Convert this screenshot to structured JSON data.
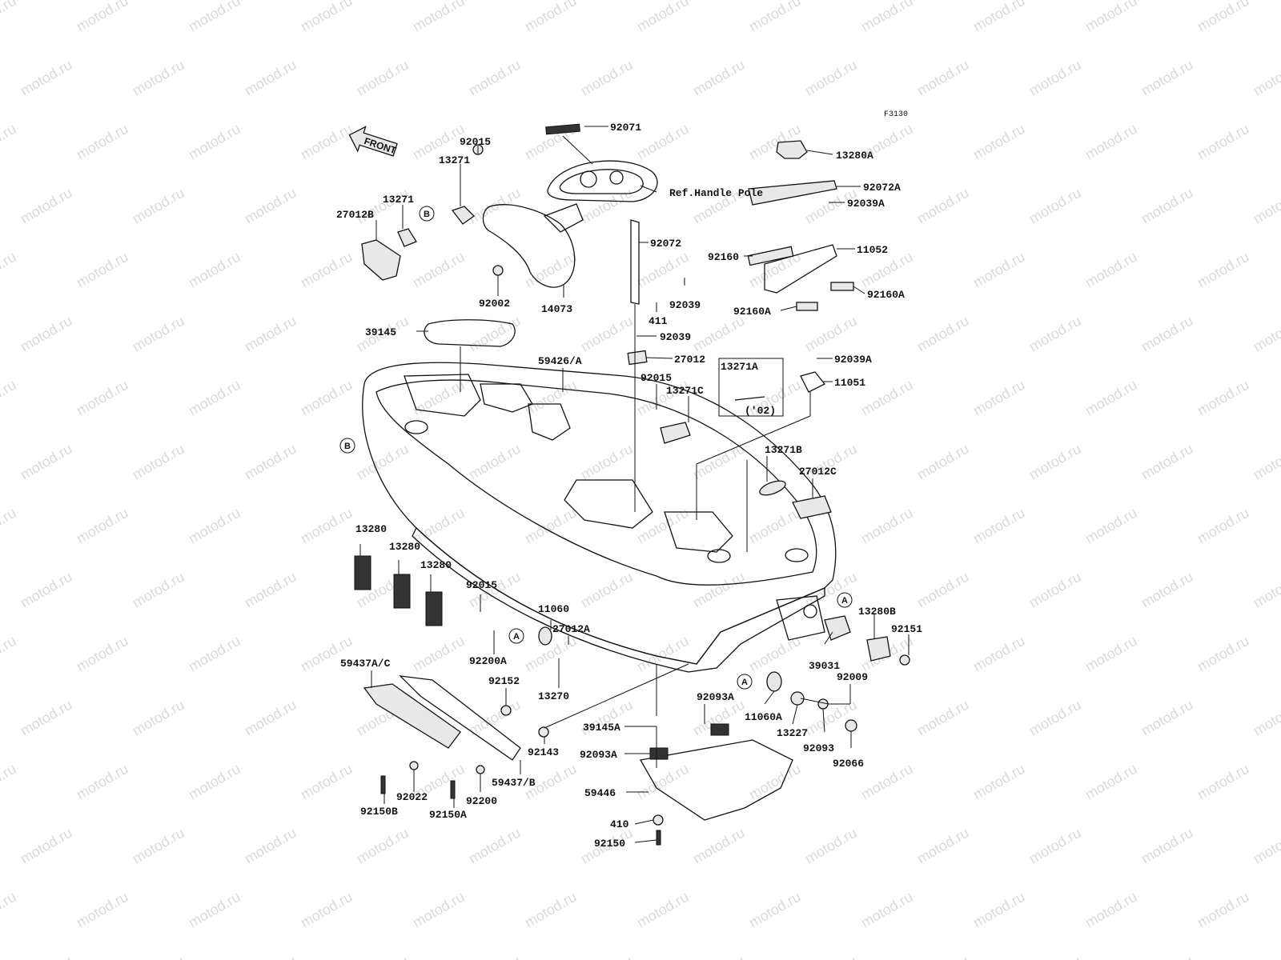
{
  "diagram_code": "F3130",
  "front_label": "FRONT",
  "watermark_text": "motod.ru",
  "reference_text": "Ref.Handle Pole",
  "callouts": {
    "A": "A",
    "B": "B"
  },
  "inset": {
    "part": "13271A",
    "note": "('02)"
  },
  "parts": [
    "92071",
    "92015",
    "13271",
    "13271",
    "27012B",
    "92002",
    "14073",
    "13280A",
    "92072A",
    "92039A",
    "92160",
    "11052",
    "92160A",
    "92160A",
    "92072",
    "92039",
    "411",
    "92039",
    "27012",
    "92015",
    "13271C",
    "92039A",
    "11051",
    "39145",
    "59426/A",
    "13271B",
    "27012C",
    "13280",
    "13280",
    "13280",
    "92015",
    "92200A",
    "11060",
    "27012A",
    "13270",
    "59437A/C",
    "92152",
    "92143",
    "59437/B",
    "92022",
    "92200",
    "92150B",
    "92150A",
    "39145A",
    "92093A",
    "92093A",
    "59446",
    "410",
    "92150",
    "11060A",
    "13227",
    "92093",
    "92066",
    "92009",
    "39031",
    "13280B",
    "92151"
  ]
}
